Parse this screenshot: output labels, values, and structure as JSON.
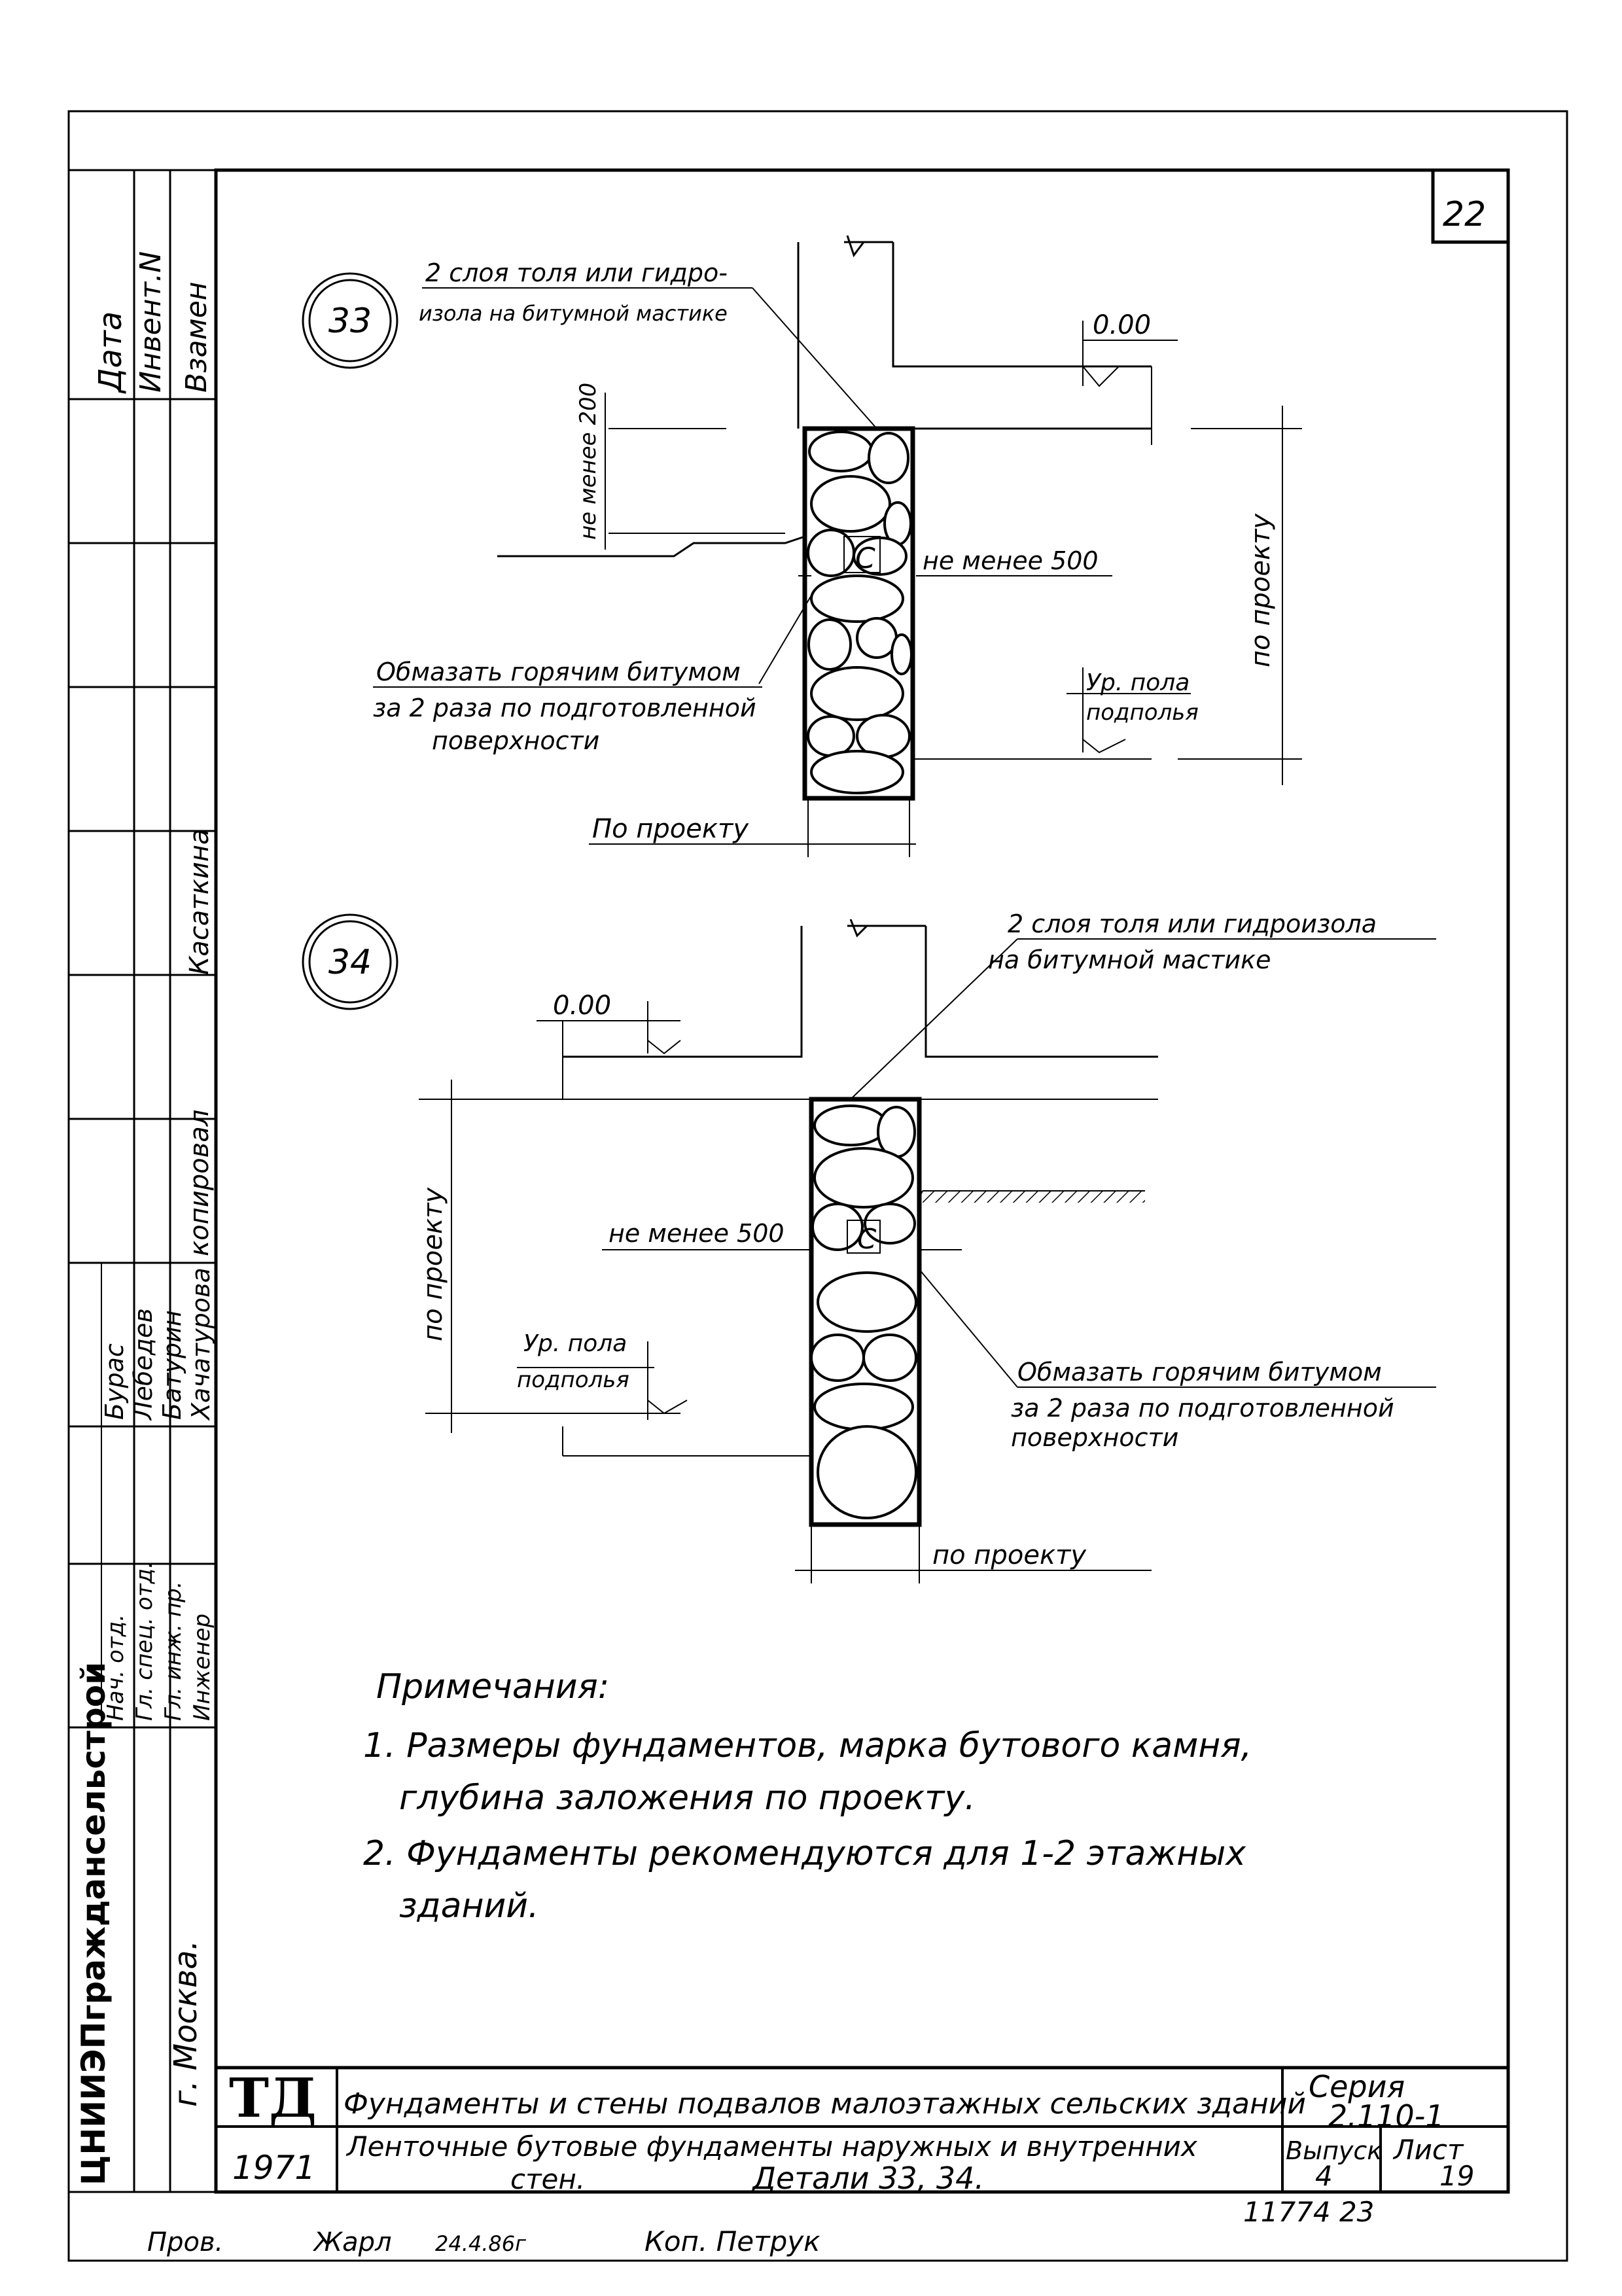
{
  "sheet_number_top": "22",
  "side_stamp": {
    "col_date": "Дата",
    "col_inv": "Инвент.N",
    "col_replace": "Взамен",
    "role_copied": "копировал",
    "name_kasatkina": "Касаткина",
    "names": [
      "Бурас",
      "Лебедев",
      "Батурин",
      "Хачатурова"
    ],
    "positions": [
      "Нач. отд.",
      "Гл. спец. отд.",
      "Гл. инж. пр.",
      "Инженер"
    ],
    "org": "ЦНИИЭПграждансельстрой",
    "city": "г. Москва."
  },
  "detail33": {
    "number": "33",
    "waterproof_note": [
      "2 слоя толя или гидро-",
      "изола на битумной мастике"
    ],
    "level_000": "0.00",
    "min200": "не менее 200",
    "min500": "не менее 500",
    "c_mark": "С",
    "by_project_vertical": "по проекту",
    "bitumen_note": [
      "Обмазать горячим битумом",
      "за 2 раза по подготовленной",
      "поверхности"
    ],
    "floor_level": [
      "Ур. пола",
      "подполья"
    ],
    "width_label": "По проекту"
  },
  "detail34": {
    "number": "34",
    "waterproof_note": [
      "2 слоя толя или гидроизола",
      "на битумной мастике"
    ],
    "level_000": "0.00",
    "by_project_vertical": "по проекту",
    "min500": "не менее 500",
    "c_mark": "С",
    "floor_level": [
      "Ур. пола",
      "подполья"
    ],
    "bitumen_note": [
      "Обмазать горячим битумом",
      "за 2 раза по подготовленной",
      "поверхности"
    ],
    "width_label": "по проекту"
  },
  "notes": {
    "heading": "Примечания:",
    "lines": [
      "1. Размеры фундаментов, марка бутового камня,",
      "глубина заложения по проекту.",
      "2. Фундаменты рекомендуются для 1-2 этажных",
      "зданий."
    ]
  },
  "title_block": {
    "logo": "ТД",
    "year": "1971",
    "title": "Фундаменты и стены подвалов малоэтажных сельских зданий",
    "subtitle_1": "Ленточные бутовые фундаменты наружных и внутренних",
    "subtitle_2": "стен.",
    "subtitle_details": "Детали 33, 34.",
    "series_label": "Серия",
    "series_value": "2.110-1",
    "issue_label": "Выпуск",
    "issue_value": "4",
    "sheet_label": "Лист",
    "sheet_value": "19"
  },
  "bottom": {
    "code": "11774  23",
    "checked": "Пров.",
    "checker": "Жарл",
    "date": "24.4.86г",
    "copy": "Коп. Петрук"
  }
}
